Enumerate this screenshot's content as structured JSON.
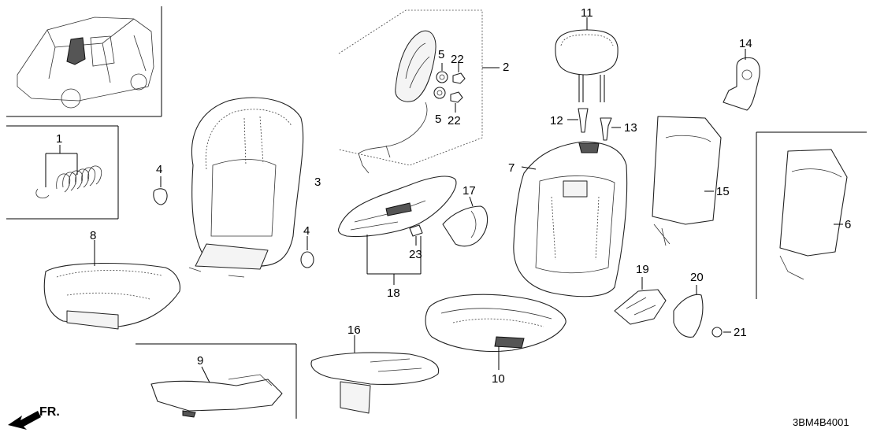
{
  "diagram": {
    "diagram_code": "3BM4B4001",
    "direction_label": "FR.",
    "callouts": [
      "1",
      "2",
      "3",
      "4",
      "4",
      "5",
      "5",
      "6",
      "7",
      "8",
      "9",
      "10",
      "11",
      "12",
      "13",
      "14",
      "15",
      "16",
      "17",
      "18",
      "19",
      "20",
      "21",
      "22",
      "22",
      "23"
    ]
  }
}
